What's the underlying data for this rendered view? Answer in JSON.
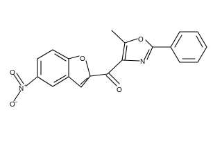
{
  "molecule": {
    "atoms": {
      "furan_oxygen": "O",
      "carbonyl_oxygen": "O",
      "oxazole_oxygen": "O",
      "oxazole_nitrogen": "N",
      "nitro_nitrogen": "N",
      "nitro_oxygen_top": "O",
      "nitro_oxygen_bottom": "O"
    },
    "charges": {
      "nitro_nitrogen": "+",
      "nitro_oxygen_bottom": "−"
    }
  }
}
